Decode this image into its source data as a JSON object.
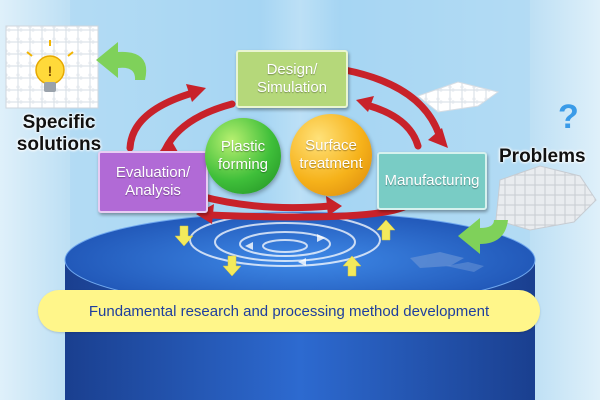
{
  "diagram": {
    "nodes": {
      "design": "Design/\nSimulation",
      "manufacturing": "Manufacturing",
      "evaluation": "Evaluation/\nAnalysis",
      "plastic_forming": "Plastic\nforming",
      "surface_treatment": "Surface\ntreatment"
    },
    "outcome_label": "Specific\nsolutions",
    "input_label": "Problems",
    "foundation_label": "Fundamental research and processing method development"
  },
  "colors": {
    "cycle_arrow": "#c8222a",
    "transfer_arrow": "#7fd15a",
    "design_box": "#b5d87a",
    "manufacturing_box": "#79ccc5",
    "evaluation_box": "#b16ad6",
    "plastic_ball": "#3fbf3a",
    "surface_ball": "#f6b21a",
    "platform": "#1e4fb8",
    "banner": "#fff68a",
    "banner_text": "#1f3f9e",
    "question_mark": "#3a9be8"
  },
  "icons": {
    "idea": "lightbulb-icon",
    "question": "question-mark-icon"
  }
}
